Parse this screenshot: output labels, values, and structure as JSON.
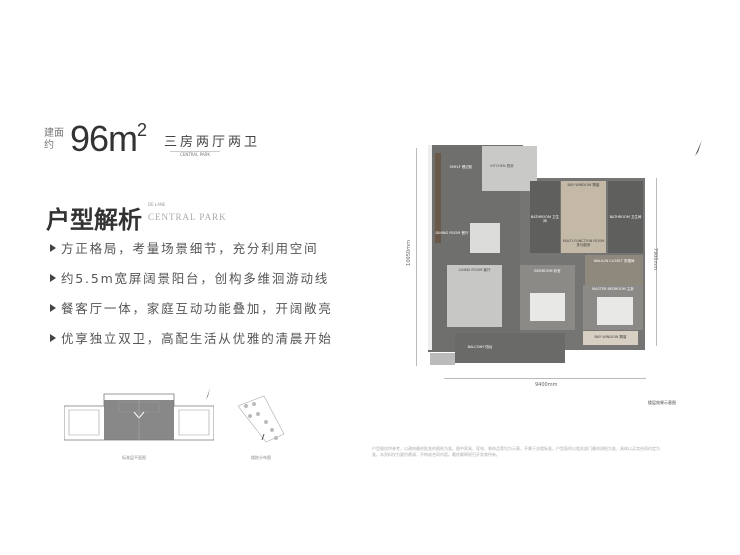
{
  "header": {
    "area_label": "建面约",
    "area_value": "96m",
    "area_sup": "2",
    "layout_type": "三房两厅两卫",
    "layout_sub": "CENTRAL PARK"
  },
  "section": {
    "title": "户型解析",
    "brand_small": "DE LANE",
    "brand": "CENTRAL PARK"
  },
  "features": [
    "方正格局，考量场景细节，充分利用空间",
    "约5.5m宽屏阔景阳台，创构多维洄游动线",
    "餐客厅一体，家庭互动功能叠加，开阔敞亮",
    "优享独立双卫，高配生活从优雅的清晨开始"
  ],
  "thumbnails": {
    "floor_caption": "标准层平面图",
    "site_caption": "楼栋分布图"
  },
  "plan": {
    "rooms": {
      "kitchen": "KITCHEN 厨房",
      "dining_shelf": "SHELF 餐边柜",
      "dining": "DINING ROOM 餐厅",
      "bathroom1": "BATHROOM 卫生间",
      "bay_top": "BAY WINDOW 飘窗",
      "multi": "MULTI-FUNCTION ROOM 多功能房",
      "bathroom2": "BATHROOM 卫生间",
      "closet": "WALK-IN CLOSET 衣帽间",
      "living": "LIVING ROOM 客厅",
      "bedroom": "BEDROOM 卧室",
      "master": "MASTER BEDROOM 主卧",
      "bay_bottom": "BAY WINDOW 飘窗",
      "balcony": "BALCONY 阳台"
    },
    "dim_height": "10050mm",
    "dim_width": "9400mm",
    "dim_right": "7900mm",
    "note": "楼层效果示意图"
  },
  "disclaimer": "户型图仅供参考，以政府最终批准的图纸为准。图中家具、家电、装饰品等均为示意，不属于交楼标准。户型面积以相关部门最终测绘为准，具体以买卖合同约定为准。本资料仅为要约邀请，不构成合同内容。最终解释权归开发商所有。"
}
